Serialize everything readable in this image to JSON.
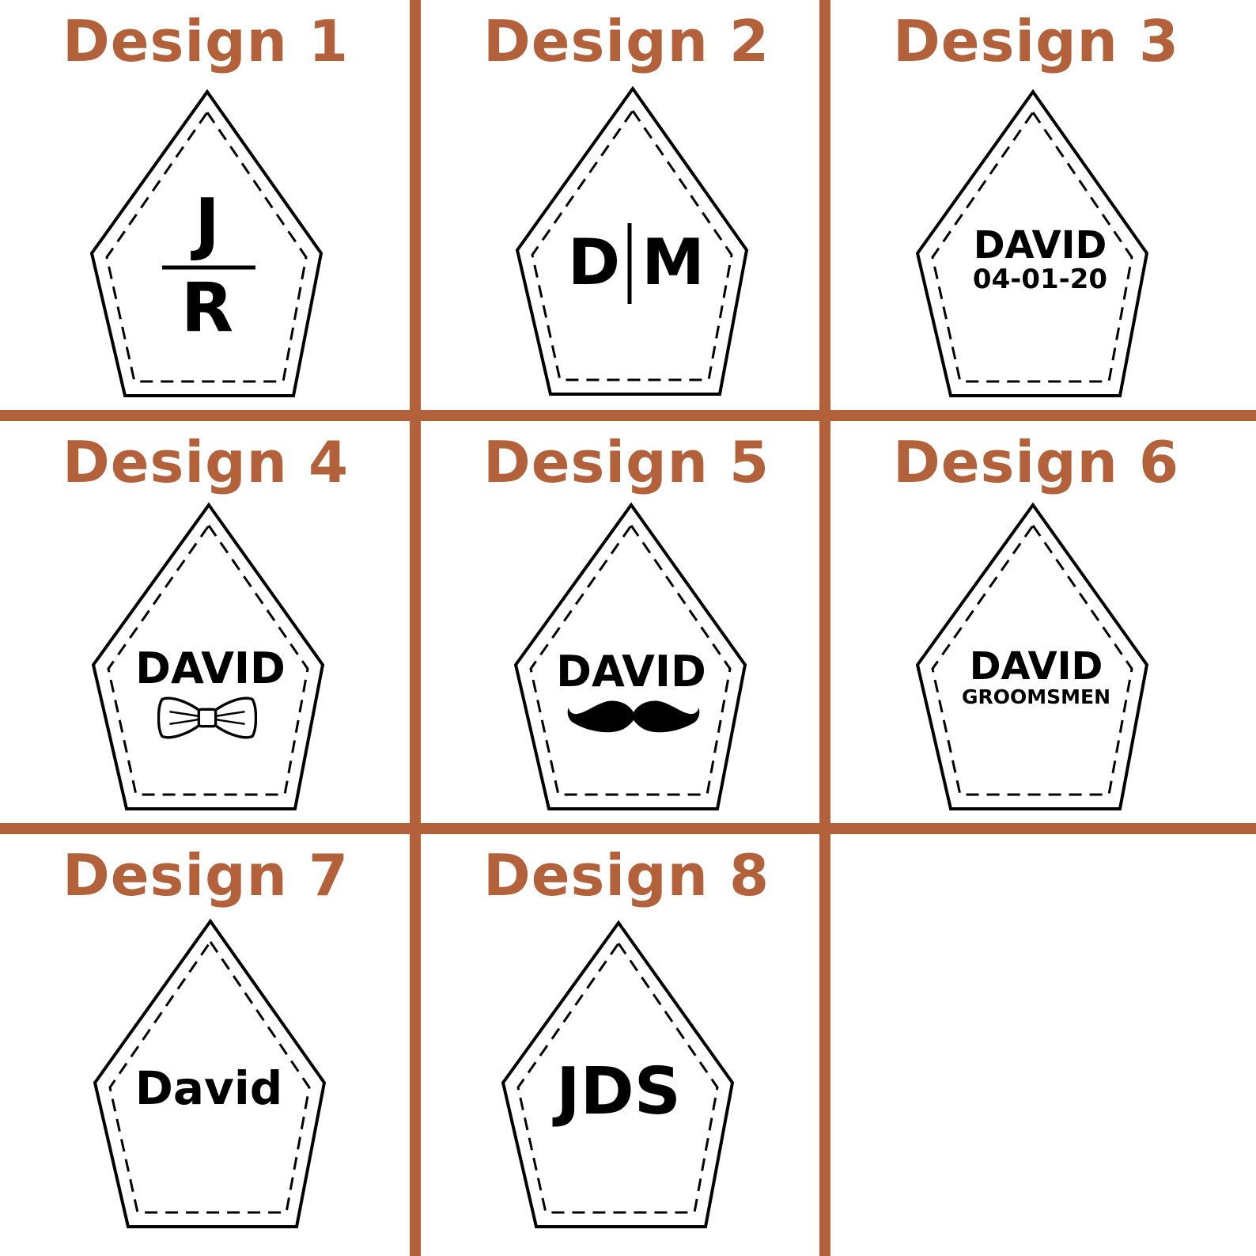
{
  "colors": {
    "accent": "#b2613a",
    "ink": "#000000",
    "background": "#ffffff"
  },
  "designs": [
    {
      "title": "Design 1",
      "monogram": {
        "top": "J",
        "bottom": "R"
      }
    },
    {
      "title": "Design 2",
      "monogram": {
        "left": "D",
        "right": "M"
      }
    },
    {
      "title": "Design 3",
      "name": "DAVID",
      "date": "04-01-20"
    },
    {
      "title": "Design 4",
      "name": "DAVID",
      "icon": "bow-tie-icon"
    },
    {
      "title": "Design 5",
      "name": "DAVID",
      "icon": "mustache-icon"
    },
    {
      "title": "Design 6",
      "name": "DAVID",
      "subtitle": "GROOMSMEN"
    },
    {
      "title": "Design 7",
      "name": "David"
    },
    {
      "title": "Design 8",
      "name": "JDS"
    }
  ]
}
